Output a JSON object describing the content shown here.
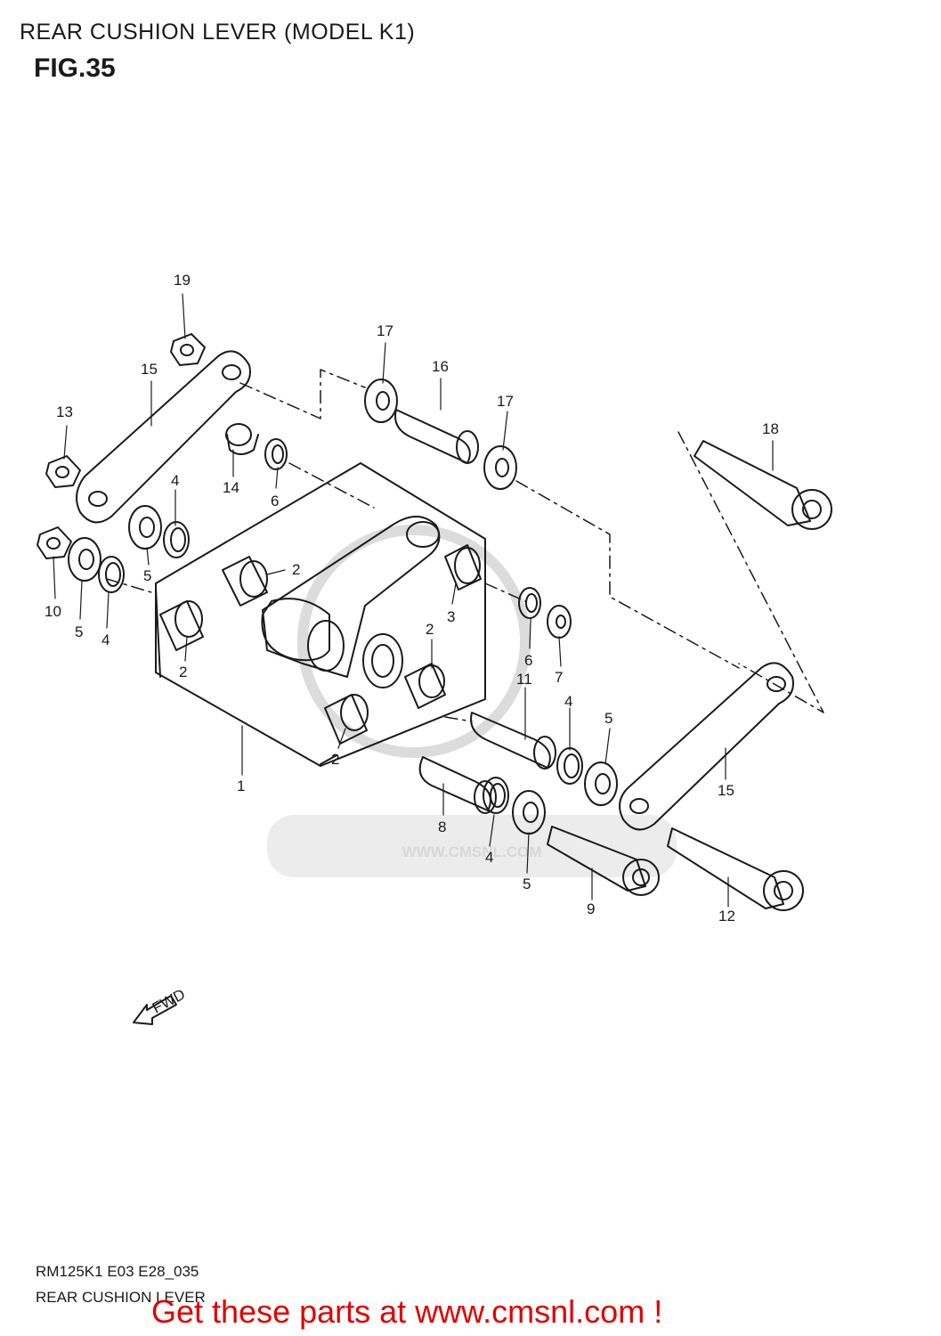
{
  "header": {
    "title": "REAR CUSHION LEVER (MODEL K1)",
    "figure": "FIG.35"
  },
  "diagram": {
    "watermark": "WWW.CMSNL.COM",
    "fwd_label": "FWD",
    "callouts": [
      "19",
      "17",
      "16",
      "17",
      "18",
      "15",
      "13",
      "14",
      "6",
      "4",
      "5",
      "2",
      "10",
      "5",
      "4",
      "2",
      "3",
      "6",
      "7",
      "2",
      "11",
      "4",
      "5",
      "2",
      "1",
      "8",
      "4",
      "5",
      "15",
      "9",
      "12"
    ]
  },
  "footer": {
    "code": "RM125K1 E03 E28_035",
    "name": "REAR CUSHION LEVER",
    "promo": "Get these parts at www.cmsnl.com !"
  },
  "colors": {
    "line": "#1a1a1a",
    "promo": "#e00000",
    "watermark": "#d8d8d8"
  }
}
